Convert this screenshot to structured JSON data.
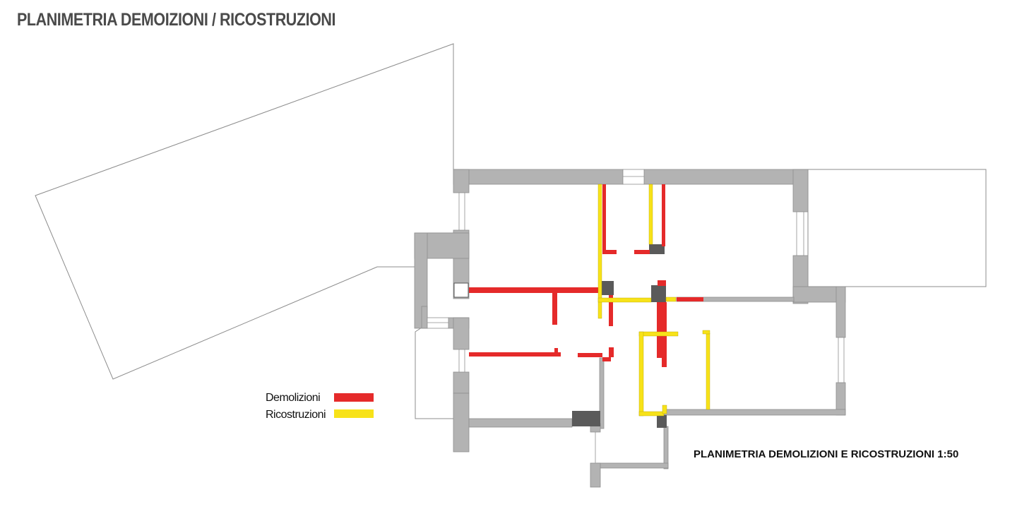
{
  "header": {
    "title": "PLANIMETRIA DEMOIZIONI / RICOSTRUZIONI"
  },
  "legend": {
    "items": [
      {
        "label": "Demolizioni",
        "color": "#e52a2a"
      },
      {
        "label": "Ricostruzioni",
        "color": "#f7e219"
      }
    ]
  },
  "caption": "PLANIMETRIA DEMOLIZIONI E RICOSTRUZIONI 1:50",
  "colors": {
    "wall": "#b3b3b3",
    "wall_stroke": "#8f8f8f",
    "column": "#5a5a5a",
    "outline": "#8c8c8c",
    "demolition": "#e52a2a",
    "reconstruction": "#f7e219",
    "text": "#4a4a4a"
  }
}
